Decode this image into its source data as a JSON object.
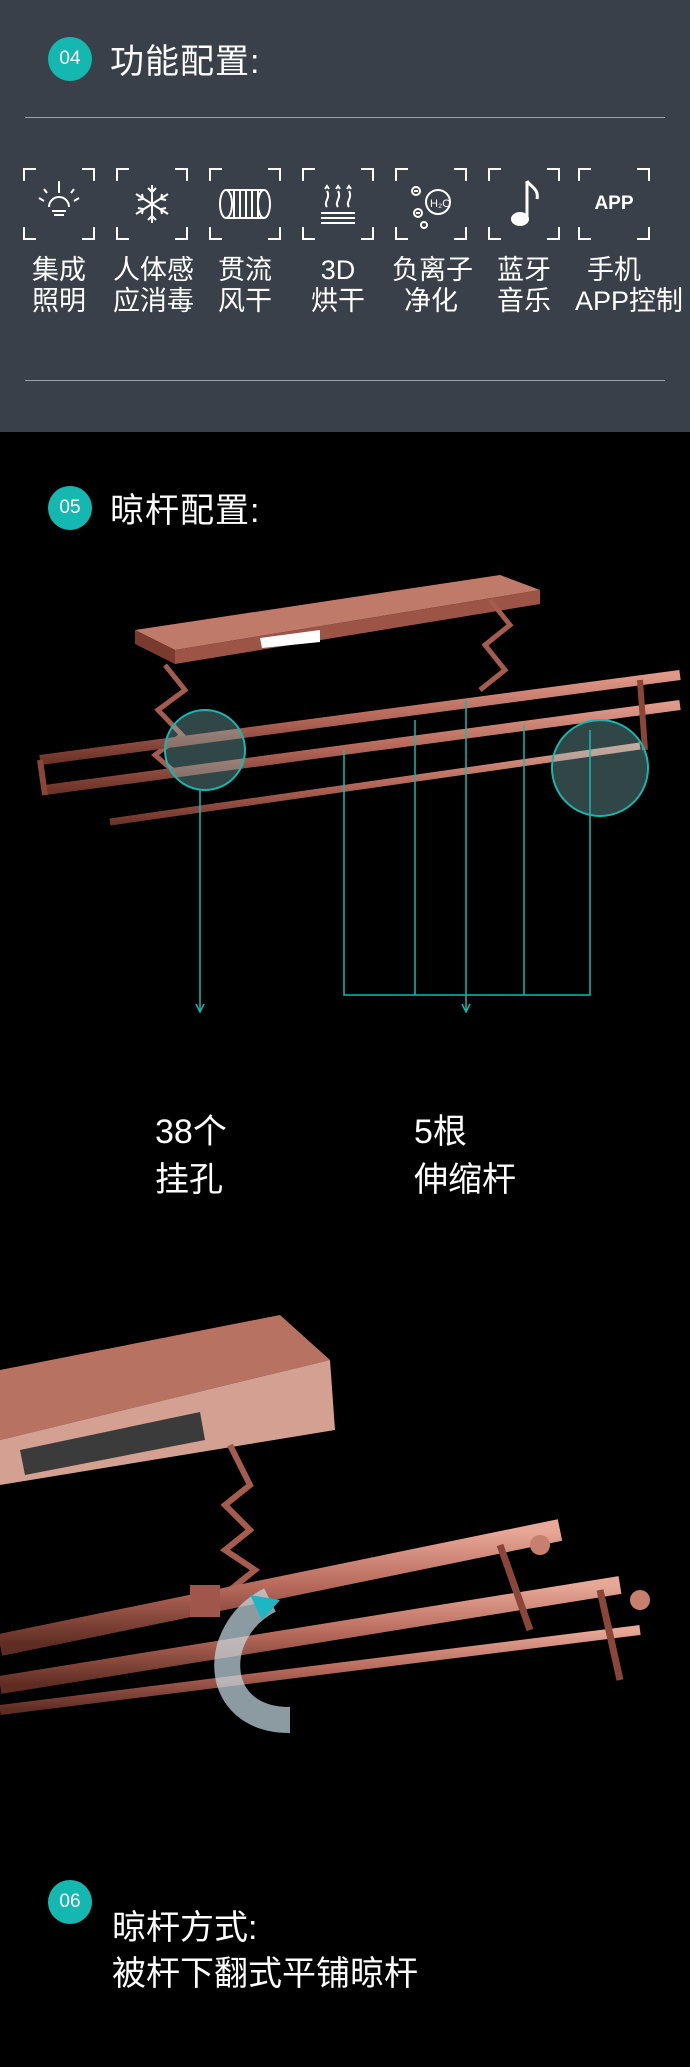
{
  "section4": {
    "badge": "04",
    "title": "功能配置:",
    "features": [
      {
        "icon": "light-bulb-icon",
        "line1": "集成",
        "line2": "照明"
      },
      {
        "icon": "snowflake-icon",
        "line1": "人体感",
        "line2": "应消毒"
      },
      {
        "icon": "airflow-fan-icon",
        "line1": "贯流",
        "line2": "风干"
      },
      {
        "icon": "heat-waves-icon",
        "line1": "3D",
        "line2": "烘干"
      },
      {
        "icon": "h2o-ion-icon",
        "line1": "负离子",
        "line2": "净化"
      },
      {
        "icon": "music-note-icon",
        "line1": "蓝牙",
        "line2": "音乐"
      },
      {
        "icon": "app-icon",
        "icon_text": "APP",
        "line1": "手机",
        "line2": "APP控制"
      }
    ]
  },
  "section5": {
    "badge": "05",
    "title": "晾杆配置:",
    "callout_holes": {
      "line1": "38个",
      "line2": "挂孔"
    },
    "callout_rods": {
      "line1": "5根",
      "line2": "伸缩杆"
    }
  },
  "section6": {
    "badge": "06",
    "title_line1": "晾杆方式:",
    "title_line2": "被杆下翻式平铺晾杆"
  },
  "colors": {
    "accent": "#14b8b0",
    "panel": "#3a4049",
    "rack": "#b5685a"
  }
}
